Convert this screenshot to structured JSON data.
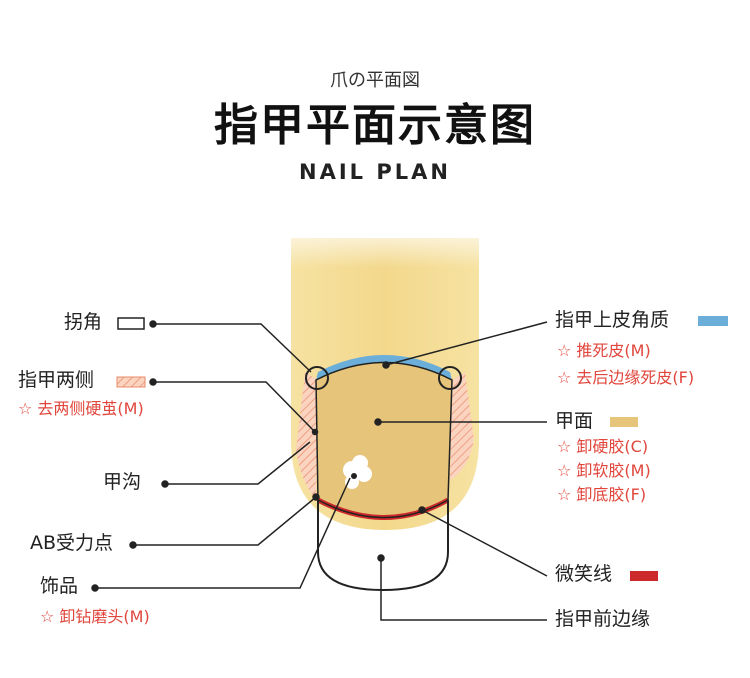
{
  "header": {
    "subtitle": "爪の平面図",
    "title": "指甲平面示意图",
    "title_en": "NAIL PLAN"
  },
  "labels": {
    "guaijiao": "拐角",
    "liangce": "指甲两侧",
    "liangce_note": "☆ 去两侧硬茧(M)",
    "jiagou": "甲沟",
    "ab": "AB受力点",
    "shipin": "饰品",
    "shipin_note": "☆ 卸钻磨头(M)",
    "shangpi": "指甲上皮角质",
    "shangpi_note1": "☆ 推死皮(M)",
    "shangpi_note2": "☆ 去后边缘死皮(F)",
    "jiamian": "甲面",
    "jiamian_note1": "☆ 卸硬胶(C)",
    "jiamian_note2": "☆ 卸软胶(M)",
    "jiamian_note3": "☆ 卸底胶(F)",
    "weixiao": "微笑线",
    "qianbian": "指甲前边缘"
  },
  "colors": {
    "finger": "#f2d98f",
    "nail": "#e6c47a",
    "cuticle": "#6aaed9",
    "smile": "#cc2a2a",
    "side": "#f0a080",
    "note": "#e0463c"
  }
}
